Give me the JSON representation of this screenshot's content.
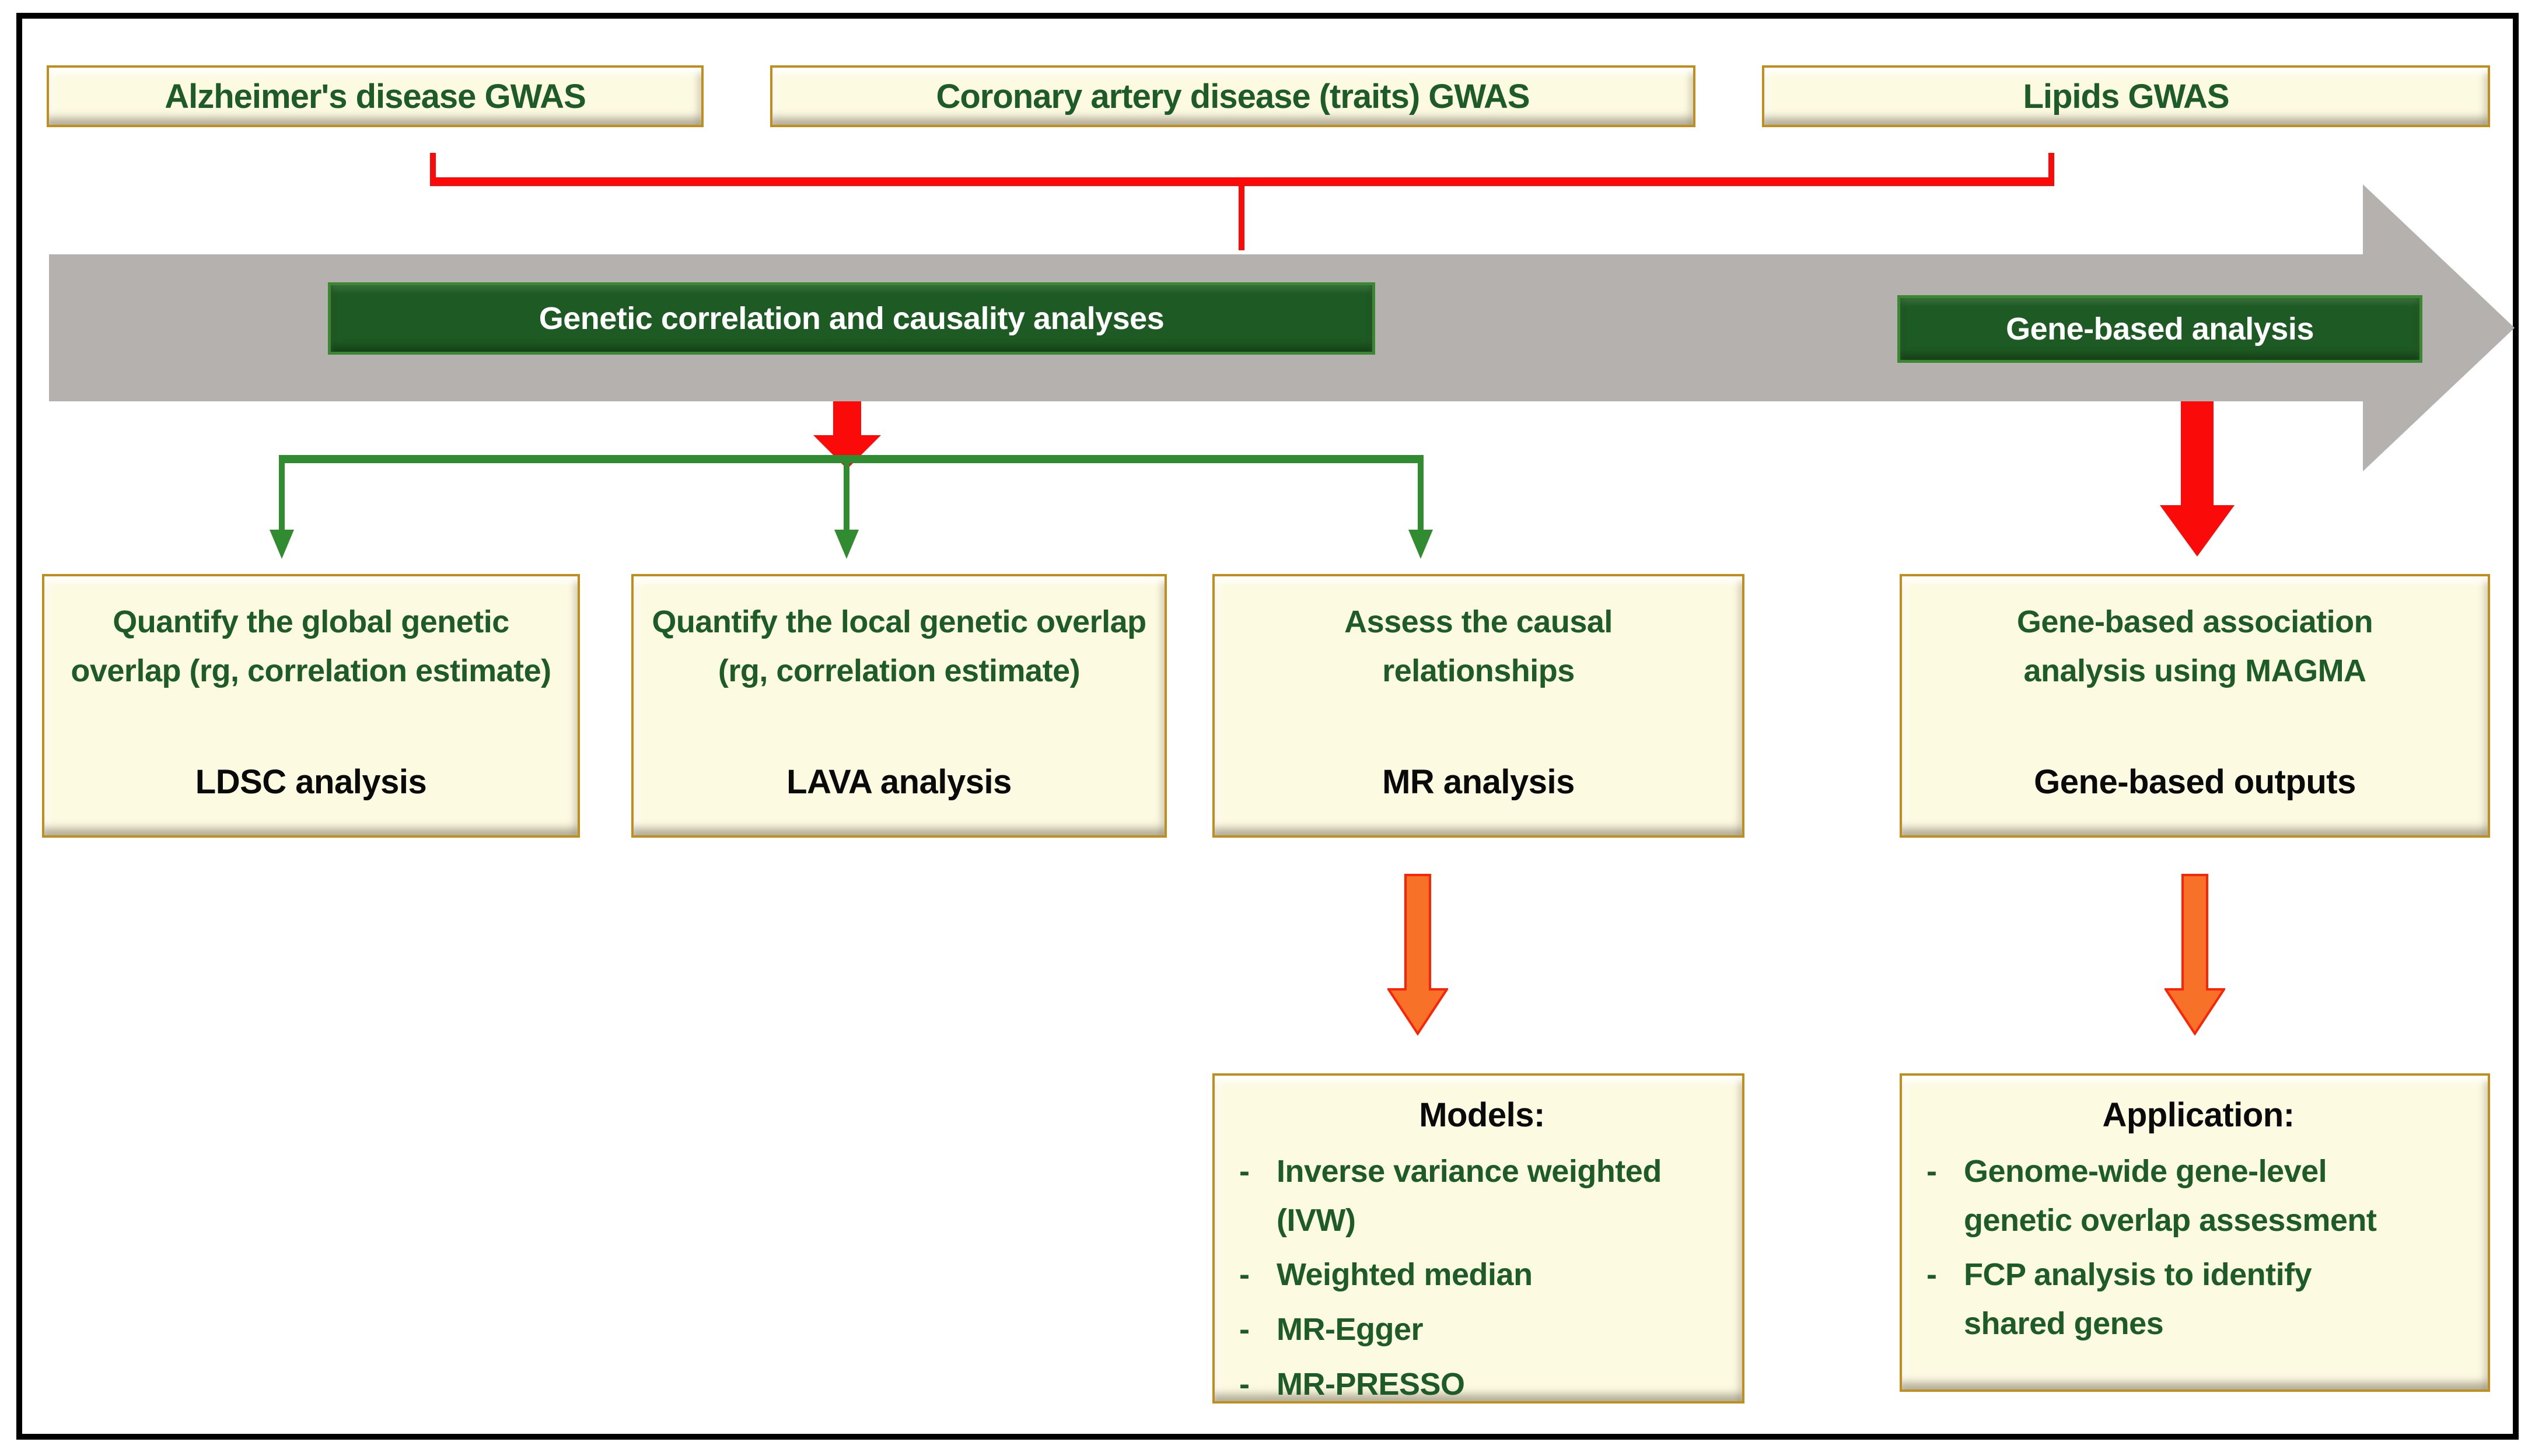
{
  "colors": {
    "frame-black": "#000000",
    "box-cream": "#FDFAE2",
    "box-border-gold": "#BE8E1E",
    "text-green": "#1D5B28",
    "text-black": "#0a0a0a",
    "stage-green": "#1E5A23",
    "stage-green-border": "#3C8731",
    "band-gray": "#B5B1AE",
    "arrow-red": "#FB0A0A",
    "branch-green": "#318B31",
    "arrow-orange": "#F87129",
    "arrow-orange-edge": "#FB2407"
  },
  "top_boxes": [
    {
      "label": "Alzheimer's disease GWAS"
    },
    {
      "label": "Coronary artery disease (traits) GWAS"
    },
    {
      "label": "Lipids GWAS"
    }
  ],
  "stages": [
    {
      "label": "Genetic correlation and causality analyses"
    },
    {
      "label": "Gene-based analysis"
    }
  ],
  "analyses": [
    {
      "desc": "Quantify the global genetic overlap (rg, correlation estimate)",
      "method": "LDSC analysis"
    },
    {
      "desc": "Quantify the local genetic overlap (rg, correlation estimate)",
      "method": "LAVA analysis"
    },
    {
      "desc": "Assess the causal relationships",
      "method": "MR analysis"
    },
    {
      "desc": "Gene-based association analysis using MAGMA",
      "method": "Gene-based outputs"
    }
  ],
  "models": {
    "title": "Models:",
    "bullet": "-",
    "items": [
      "Inverse variance weighted (IVW)",
      "Weighted median",
      "MR-Egger",
      "MR-PRESSO"
    ]
  },
  "application": {
    "title": "Application:",
    "bullet": "-",
    "items": [
      "Genome-wide gene-level genetic overlap assessment",
      "FCP analysis to identify shared genes"
    ]
  }
}
